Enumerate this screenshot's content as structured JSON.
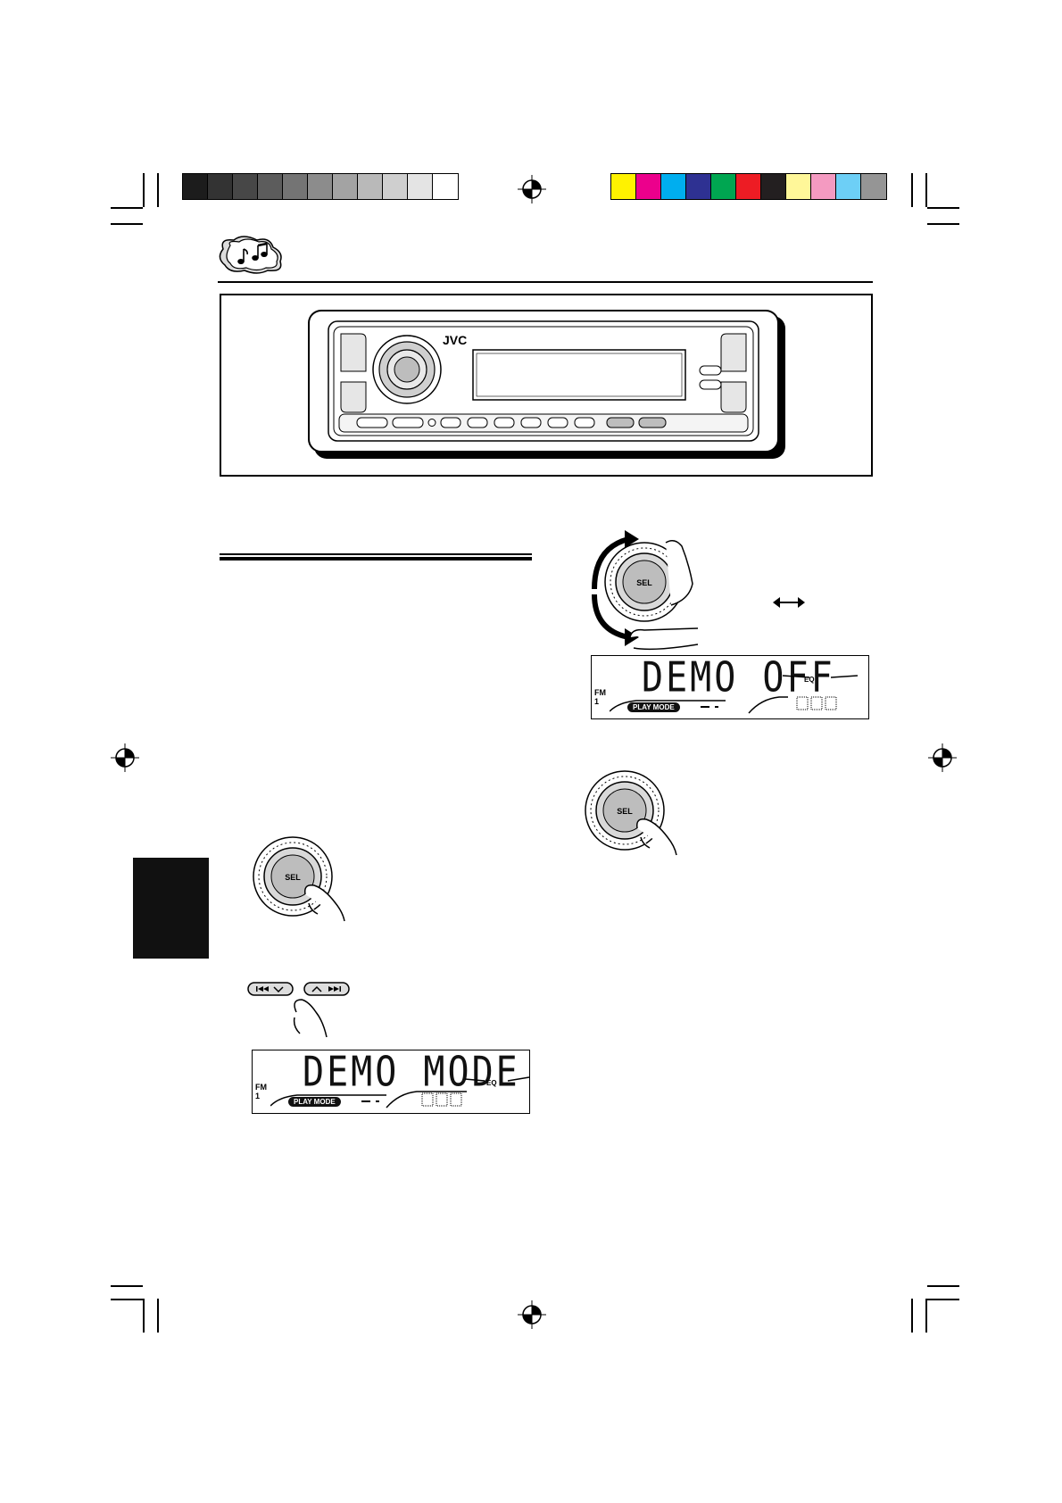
{
  "registration": {
    "gray_steps": [
      "#1c1c1c",
      "#333333",
      "#474747",
      "#5c5c5c",
      "#747474",
      "#8c8c8c",
      "#a3a3a3",
      "#b9b9b9",
      "#cfcfcf",
      "#e4e4e4",
      "#ffffff"
    ],
    "color_steps": [
      "#fff200",
      "#ec008c",
      "#00aeef",
      "#2e3192",
      "#00a651",
      "#ed1c24",
      "#231f20",
      "#fff799",
      "#f49ac1",
      "#6dcff6",
      "#959595"
    ]
  },
  "unit": {
    "brand": "JVC"
  },
  "displays": {
    "demo_off": {
      "text": "DEMO OFF",
      "band": "FM",
      "preset": "1",
      "play_mode": "PLAY MODE",
      "eq": "EQ"
    },
    "demo_mode": {
      "text": "DEMO MODE",
      "band": "FM",
      "preset": "1",
      "play_mode": "PLAY MODE",
      "eq": "EQ"
    }
  },
  "controls": {
    "sel_label": "SEL"
  },
  "icons": {
    "music_notes": "music-notes-icon",
    "registration_mark": "crosshair-target-icon",
    "double_arrow": "left-right-arrow-icon",
    "prev_button": "skip-back-down-icon",
    "next_button": "up-skip-forward-icon"
  }
}
